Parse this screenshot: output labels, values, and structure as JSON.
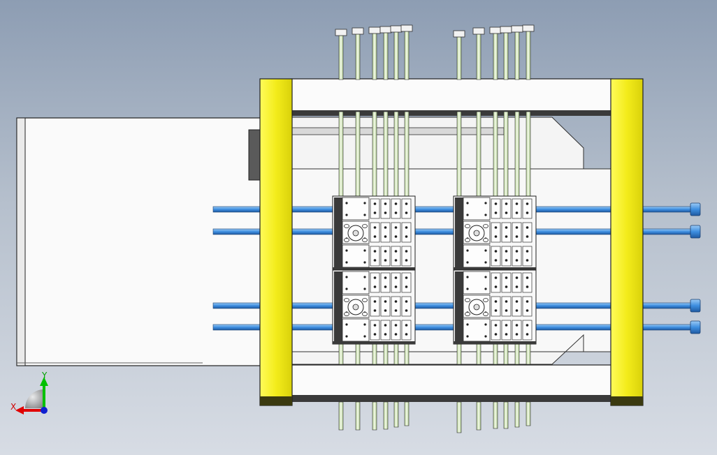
{
  "view": {
    "background_top": "#8d9db3",
    "background_bottom": "#d7dce4"
  },
  "colors": {
    "frame_yellow": "#f3ec1b",
    "plate_white": "#f7f7f7",
    "rod_blue": "#3d8ee0",
    "ejector_pin": "#dff0c8",
    "outline": "#202020"
  },
  "triad": {
    "x_label": "X",
    "y_label": "Y",
    "x_axis_color": "#e00000",
    "y_axis_color": "#00c000",
    "z_axis_color": "#1020d0"
  },
  "model": {
    "mold_cavities": 4,
    "guide_rods": 4
  }
}
